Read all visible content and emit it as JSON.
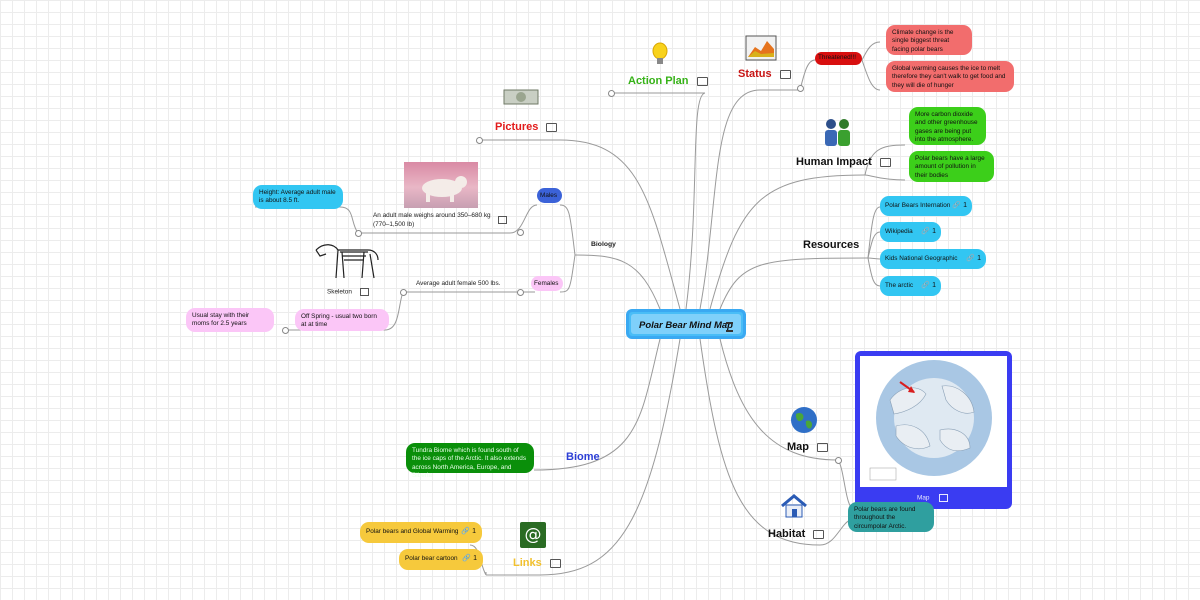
{
  "center": {
    "title": "Polar Bear Mind Map"
  },
  "topics": {
    "action_plan": {
      "label": "Action Plan",
      "color": "#36b217"
    },
    "pictures": {
      "label": "Pictures",
      "color": "#e21b1b"
    },
    "biology": {
      "label": "Biology"
    },
    "biome": {
      "label": "Biome",
      "color": "#2d3fd6"
    },
    "links": {
      "label": "Links",
      "color": "#f2c12e"
    },
    "status": {
      "label": "Status",
      "color": "#c81414"
    },
    "human_impact": {
      "label": "Human Impact"
    },
    "resources": {
      "label": "Resources"
    },
    "map": {
      "label": "Map"
    },
    "habitat": {
      "label": "Habitat"
    }
  },
  "status": {
    "badge": "Threatened!!!",
    "items": [
      "Climate change is the single biggest threat facing polar bears",
      "Global warming causes the ice to melt  therefore  they can't walk to get food and they will die of hunger"
    ]
  },
  "human_impact": {
    "items": [
      "More carbon dioxide and other greenhouse gases are being put into the atmosphere.",
      "Polar bears have a large amount of pollution in their bodies"
    ]
  },
  "resources": {
    "links": [
      {
        "label": "Polar Bears Internation",
        "count": "1"
      },
      {
        "label": "Wikipedia",
        "count": "1"
      },
      {
        "label": "Kids National Geographic",
        "count": "1"
      },
      {
        "label": "The arctic",
        "count": "1"
      }
    ]
  },
  "biology": {
    "males": "Males",
    "females": "Females",
    "male_weight": "An adult male weighs around 350–680 kg (770–1,500 lb)",
    "male_height": "Height: Average adult male is about 8.5 ft.",
    "skeleton": "Skeleton",
    "female_weight": "Average adult female 500 lbs.",
    "offspring": "Off Spring - usual two born at at time",
    "stay": "Usual stay with their moms for 2.5 years"
  },
  "biome": {
    "text": "Tundra Biome which is found  south of the ice caps of the Arctic. It also extends across North America, Europe, and Siberia"
  },
  "links": {
    "items": [
      {
        "label": "Polar bears and Global Warming",
        "count": "1"
      },
      {
        "label": "Polar bear cartoon",
        "count": "1"
      }
    ]
  },
  "map": {
    "caption": "Map"
  },
  "habitat": {
    "text": "Polar bears are found throughout the circumpolar Arctic."
  },
  "icons": [
    "lightbulb-icon",
    "chart-icon",
    "money-icon",
    "people-icon",
    "globe-icon",
    "house-icon",
    "at-sign-icon",
    "image-icon",
    "link-icon",
    "notes-icon"
  ]
}
